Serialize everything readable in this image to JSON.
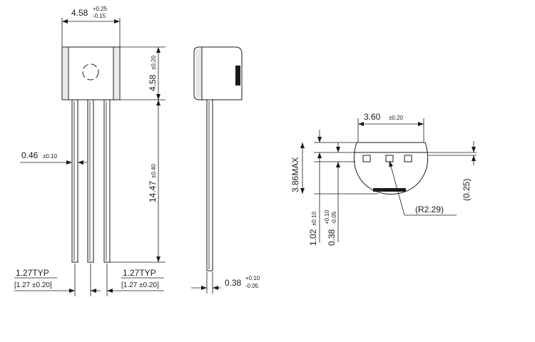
{
  "dimensions": {
    "body_width": {
      "value": "4.58",
      "tol_plus": "+0.25",
      "tol_minus": "-0.15"
    },
    "body_height": {
      "value": "4.58",
      "tol": "±0.20"
    },
    "lead_length": {
      "value": "14.47",
      "tol": "±0.40"
    },
    "lead_width": {
      "value": "0.46",
      "tol": "±0.10"
    },
    "pitch_left": {
      "typ": "1.27TYP",
      "alt": "[1.27 ±0.20]"
    },
    "pitch_right": {
      "typ": "1.27TYP",
      "alt": "[1.27 ±0.20]"
    },
    "lead_thickness": {
      "value": "0.38",
      "tol_plus": "+0.10",
      "tol_minus": "-0.05"
    },
    "top_width": {
      "value": "3.60",
      "tol": "±0.20"
    },
    "max_height": {
      "value": "3.86MAX"
    },
    "flat_offset": {
      "value": "1.02",
      "tol": "±0.10"
    },
    "lead_thickness_top": {
      "value": "0.38",
      "tol_plus": "+0.10",
      "tol_minus": "-0.05"
    },
    "radius": {
      "value": "(R2.29)"
    },
    "chamfer": {
      "value": "(0.25)"
    }
  }
}
